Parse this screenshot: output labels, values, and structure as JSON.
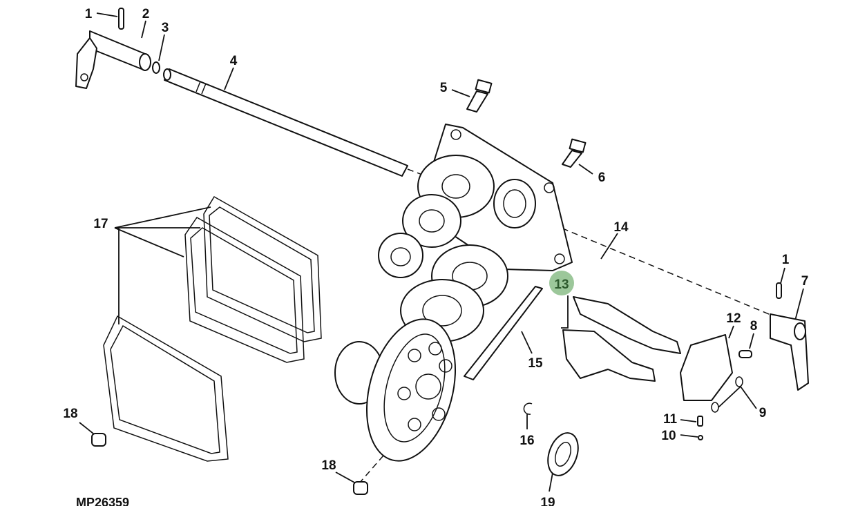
{
  "diagram": {
    "figure_id": "MP26359",
    "highlight_color": "#9cc79a",
    "highlighted_callout": "13",
    "callouts": [
      "1",
      "2",
      "3",
      "4",
      "5",
      "6",
      "14",
      "17",
      "1",
      "7",
      "13",
      "12",
      "8",
      "15",
      "9",
      "18",
      "11",
      "10",
      "16",
      "18",
      "19"
    ]
  }
}
